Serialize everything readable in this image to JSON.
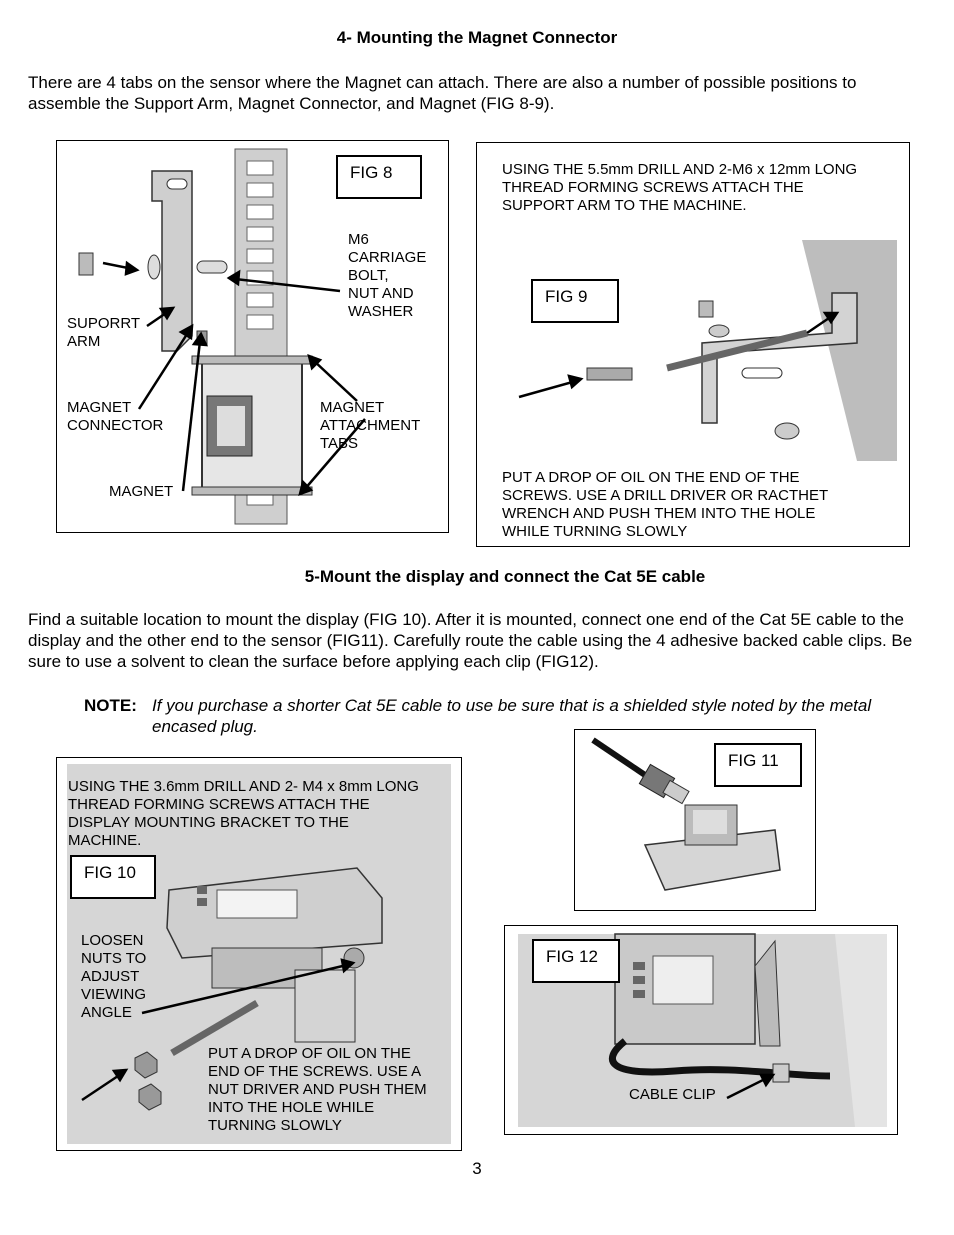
{
  "section4": {
    "heading": "4- Mounting the Magnet Connector",
    "para": "There are 4 tabs on the sensor where the Magnet can attach. There are also a number of possible positions to assemble the Support Arm, Magnet Connector, and Magnet (FIG 8-9)."
  },
  "fig8": {
    "label": "FIG 8",
    "bolt": "M6\nCARRIAGE\nBOLT,\nNUT AND\nWASHER",
    "arm": "SUPORRT\nARM",
    "connector": "MAGNET\nCONNECTOR",
    "tabs": "MAGNET\nATTACHMENT\nTABS",
    "magnet": "MAGNET"
  },
  "fig9": {
    "label": "FIG 9",
    "top": "USING THE 5.5mm DRILL AND 2-M6 x 12mm LONG\nTHREAD FORMING SCREWS ATTACH THE\nSUPPORT ARM TO THE MACHINE.",
    "bottom": "PUT A DROP OF OIL ON THE END OF THE\nSCREWS. USE A DRILL DRIVER OR RACTHET\nWRENCH AND PUSH THEM INTO THE HOLE\nWHILE TURNING SLOWLY"
  },
  "section5": {
    "heading": "5-Mount the display and connect the Cat 5E cable",
    "para": "Find a suitable location to mount the display (FIG 10). After it is mounted, connect one end of the Cat 5E cable to the display and the other end to the sensor (FIG11). Carefully route the cable using the 4 adhesive backed cable clips. Be sure to use a solvent to clean the surface before applying each clip (FIG12).",
    "note_label": "NOTE:",
    "note_text": "If you purchase a shorter Cat 5E cable to use be sure that is a shielded style noted by the metal encased plug."
  },
  "fig10": {
    "label": "FIG 10",
    "top": "USING THE 3.6mm DRILL AND 2- M4 x 8mm LONG\nTHREAD FORMING SCREWS ATTACH THE\nDISPLAY MOUNTING BRACKET  TO THE\nMACHINE.",
    "loosen": "LOOSEN\nNUTS TO\nADJUST\nVIEWING\nANGLE",
    "oil": "PUT A DROP OF OIL ON THE\nEND OF THE SCREWS. USE A\nNUT DRIVER AND PUSH THEM\nINTO THE HOLE WHILE\nTURNING SLOWLY"
  },
  "fig11": {
    "label": "FIG 11"
  },
  "fig12": {
    "label": "FIG 12",
    "clip": "CABLE CLIP"
  },
  "page_number": "3"
}
